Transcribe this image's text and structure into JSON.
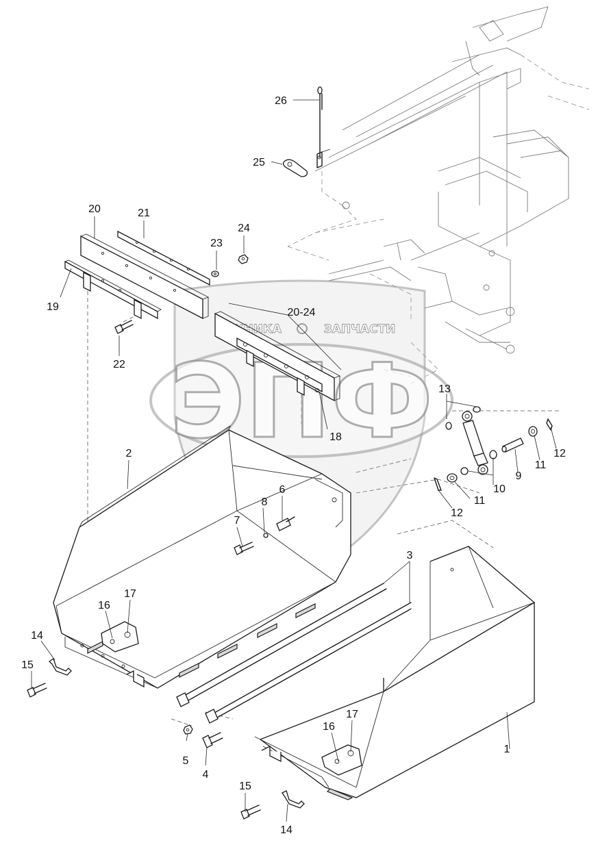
{
  "watermark": {
    "logo_letters": "ЭПФ",
    "left_word": "ТЕХНИКА",
    "right_word": "ЗАПЧАСТИ"
  },
  "callouts": {
    "c1": "1",
    "c2": "2",
    "c3": "3",
    "c4": "4",
    "c5": "5",
    "c6": "6",
    "c7": "7",
    "c8": "8",
    "c9": "9",
    "c10": "10",
    "c11a": "11",
    "c11b": "11",
    "c12a": "12",
    "c12b": "12",
    "c13": "13",
    "c14a": "14",
    "c14b": "14",
    "c15a": "15",
    "c15b": "15",
    "c16a": "16",
    "c16b": "16",
    "c17a": "17",
    "c17b": "17",
    "c18": "18",
    "c19": "19",
    "c20": "20",
    "c20_24": "20-24",
    "c21": "21",
    "c22": "22",
    "c23": "23",
    "c24": "24",
    "c25": "25",
    "c26": "26"
  }
}
